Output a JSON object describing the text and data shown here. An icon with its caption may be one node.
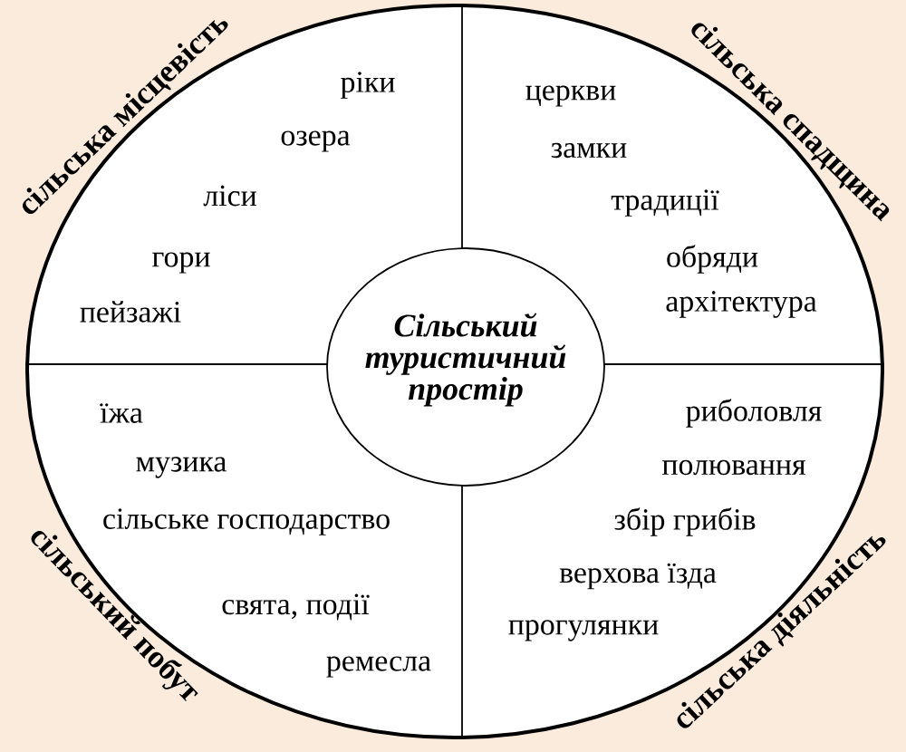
{
  "diagram": {
    "nodes": [
      {
        "text": [
          "сільська місцевість",
          "ріки",
          "озера",
          "ліси",
          "гори",
          "пейзажі"
        ]
      },
      {
        "text": [
          "сільська спадщина",
          "церкви",
          "замки",
          "традиції",
          "обряди",
          "архітектура"
        ]
      },
      {
        "text": [
          "Сільський туристичний простір"
        ]
      },
      {
        "text": [
          "сільський побут",
          "їжа",
          "музика",
          "сільське господарство",
          "свята, події",
          "ремесла"
        ]
      },
      {
        "text": [
          "сільська діяльність",
          "риболовля",
          "полювання",
          "збір грибів",
          "верхова їзда",
          "прогулянки"
        ]
      }
    ]
  }
}
